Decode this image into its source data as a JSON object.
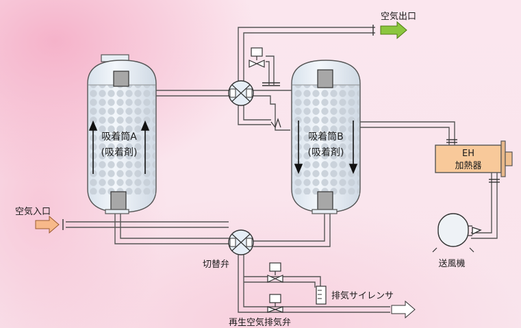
{
  "labels": {
    "air_outlet": "空気出口",
    "air_inlet": "空気入口",
    "vessel_a_name": "吸着筒A",
    "vessel_a_sub": "(吸着剤)",
    "vessel_b_name": "吸着筒B",
    "vessel_b_sub": "(吸着剤)",
    "heater_line1": "EH",
    "heater_line2": "加熱器",
    "blower": "送風機",
    "switching_valve": "切替弁",
    "exhaust_silencer": "排気サイレンサ",
    "regen_exhaust_valve": "再生空気排気弁"
  },
  "colors": {
    "outlet_arrow": "#8cc63f",
    "inlet_arrow": "#f7b98a",
    "heater_fill": "#f8c99a",
    "vessel_fill": "#e6eef6",
    "adsorbent_dot": "#c7cfd8",
    "pipe_line": "#555555",
    "port_fill": "#a7a7a7"
  },
  "icons": {
    "outlet_arrow": "arrow-right-icon",
    "inlet_arrow": "arrow-right-icon",
    "exhaust_arrow": "arrow-right-icon",
    "valve": "valve-icon",
    "switching_valve": "three-way-valve-icon",
    "blower": "blower-icon"
  }
}
